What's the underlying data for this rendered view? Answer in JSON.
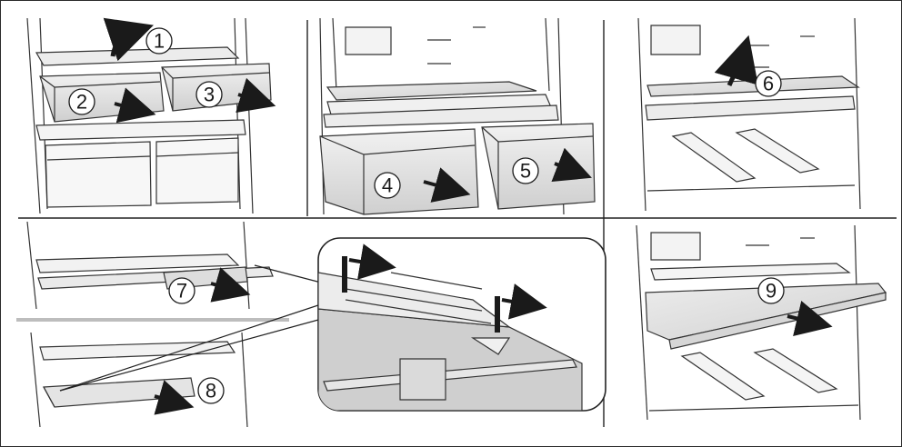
{
  "figure": {
    "steps": [
      {
        "number": "1",
        "action": "lift",
        "panel": "top-left"
      },
      {
        "number": "2",
        "action": "pull-out",
        "panel": "top-left"
      },
      {
        "number": "3",
        "action": "pull-out",
        "panel": "top-left"
      },
      {
        "number": "4",
        "action": "pull-out",
        "panel": "top-middle"
      },
      {
        "number": "5",
        "action": "pull-out",
        "panel": "top-middle"
      },
      {
        "number": "6",
        "action": "lift",
        "panel": "top-right"
      },
      {
        "number": "7",
        "action": "pull-out",
        "panel": "bottom-left"
      },
      {
        "number": "8",
        "action": "pull-out",
        "panel": "bottom-left"
      },
      {
        "number": "9",
        "action": "pull-out",
        "panel": "bottom-right"
      }
    ],
    "colors": {
      "line": "#2a2a2a",
      "panel_fill": "#e2e2e2",
      "shadow": "#c4c4c4",
      "background": "#ffffff"
    },
    "icons": [
      "lift-arrow-icon",
      "pull-arrow-icon",
      "step-circle-icon",
      "magnifier-detail-icon"
    ]
  }
}
